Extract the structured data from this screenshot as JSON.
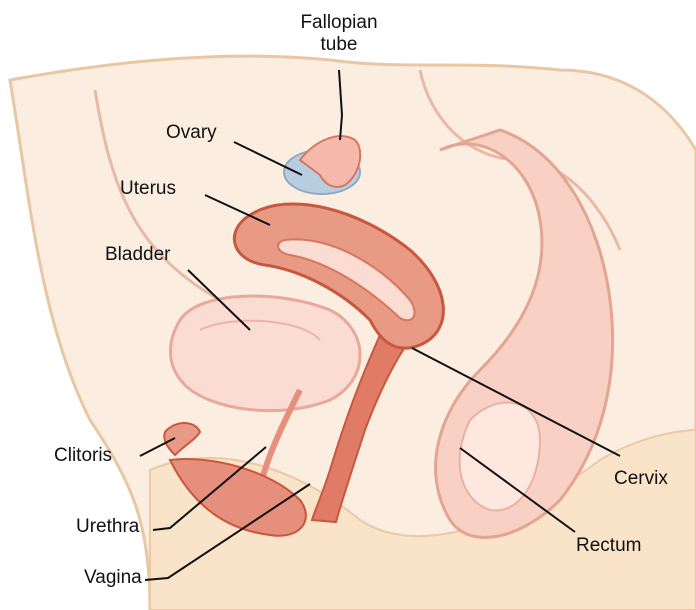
{
  "labels": {
    "fallopian_tube_line1": "Fallopian",
    "fallopian_tube_line2": "tube",
    "ovary": "Ovary",
    "uterus": "Uterus",
    "bladder": "Bladder",
    "clitoris": "Clitoris",
    "urethra": "Urethra",
    "vagina": "Vagina",
    "cervix": "Cervix",
    "rectum": "Rectum"
  },
  "colors": {
    "skin_outline": "#e9c7a4",
    "skin_fill": "#fbeee0",
    "tissue_pink": "#f4b9aa",
    "tissue_light": "#fbdcd2",
    "muscle_red": "#e07c66",
    "muscle_dark": "#c9573f",
    "ovary_blue": "#b9cde0",
    "leader_line": "#111111"
  }
}
